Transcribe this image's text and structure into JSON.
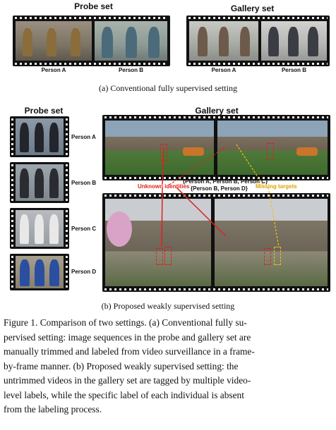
{
  "panel_a": {
    "probe_title": "Probe set",
    "gallery_title": "Gallery set",
    "probe_labels": [
      "Person A",
      "Person B"
    ],
    "gallery_labels": [
      "Person A",
      "Person B"
    ],
    "caption": "(a)  Conventional fully supervised setting"
  },
  "panel_b": {
    "probe_title": "Probe set",
    "gallery_title": "Gallery set",
    "probe_labels": [
      "Person A",
      "Person B",
      "Person C",
      "Person D"
    ],
    "tag_top": "{Person A, Person B, Person C}",
    "tag_bottom": "{Person B, Person D}",
    "unknown_label": "Unknown identities",
    "missing_label": "Missing targets",
    "caption": "(b)  Proposed weakly supervised setting",
    "colors": {
      "unknown": "#e0201a",
      "missing": "#f0c010"
    }
  },
  "figure_caption": {
    "lines": [
      "Figure 1.  Comparison of two settings.  (a) Conventional fully su-",
      "pervised setting: image sequences in the probe and gallery set are",
      "manually trimmed and labeled from video surveillance in a frame-",
      "by-frame manner.  (b) Proposed weakly supervised setting:  the",
      "untrimmed videos in the gallery set are tagged by multiple video-",
      "level labels, while the specific label of each individual is absent",
      "from the labeling process."
    ]
  }
}
